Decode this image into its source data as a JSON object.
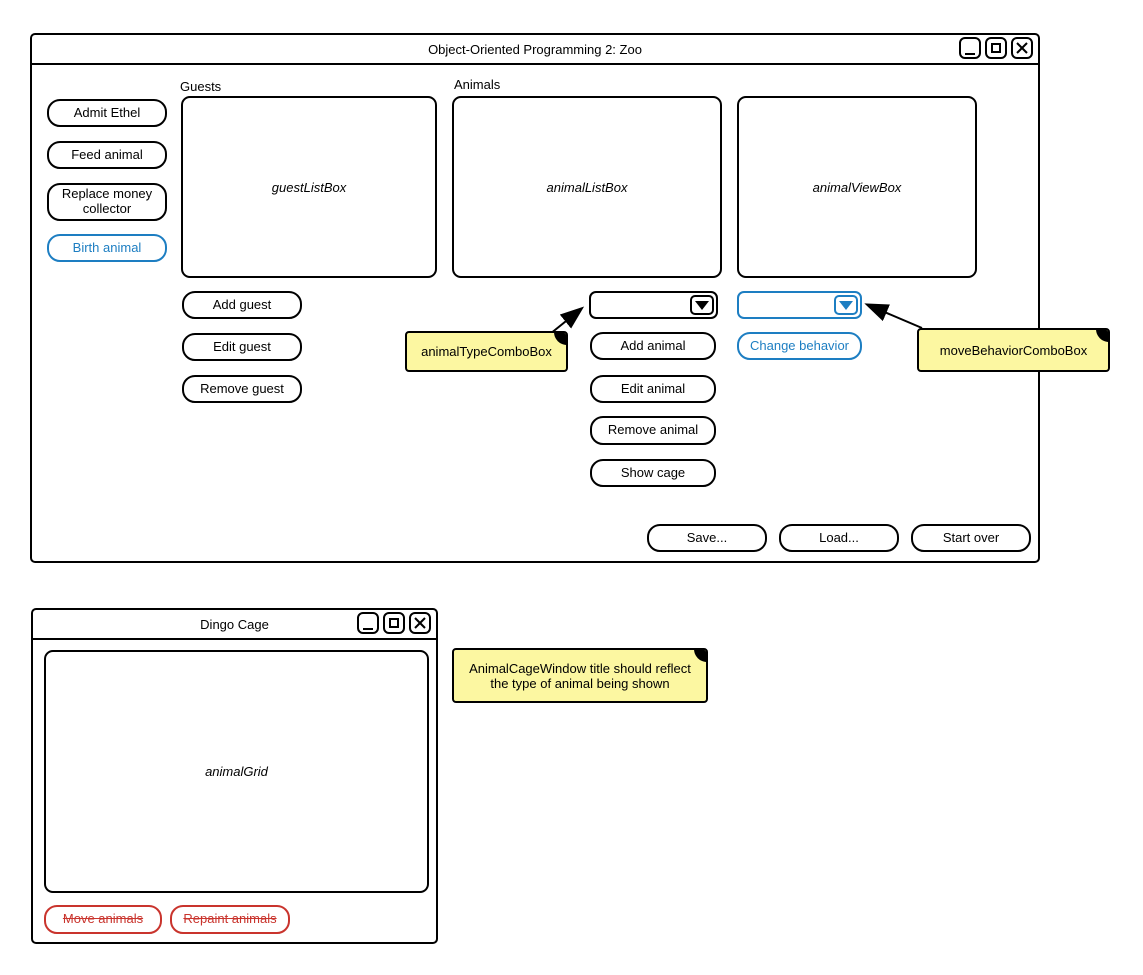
{
  "colors": {
    "accent_blue": "#1d7ec2",
    "danger_red": "#c9342d",
    "note_yellow": "#fcf7a1"
  },
  "main_window": {
    "title": "Object-Oriented Programming 2: Zoo",
    "sidebar_buttons": [
      {
        "label": "Admit Ethel"
      },
      {
        "label": "Feed animal"
      },
      {
        "label": "Replace money collector"
      },
      {
        "label": "Birth animal"
      }
    ],
    "guests": {
      "section_label": "Guests",
      "listbox_placeholder": "guestListBox",
      "buttons": [
        {
          "label": "Add guest"
        },
        {
          "label": "Edit guest"
        },
        {
          "label": "Remove guest"
        }
      ]
    },
    "animals": {
      "section_label": "Animals",
      "listbox_placeholder": "animalListBox",
      "viewbox_placeholder": "animalViewBox",
      "buttons": [
        {
          "label": "Add animal"
        },
        {
          "label": "Edit animal"
        },
        {
          "label": "Remove animal"
        },
        {
          "label": "Show cage"
        }
      ],
      "change_behavior_label": "Change behavior"
    },
    "footer_buttons": [
      {
        "label": "Save..."
      },
      {
        "label": "Load..."
      },
      {
        "label": "Start over"
      }
    ]
  },
  "annotations": {
    "animal_type_note": "animalTypeComboBox",
    "move_behavior_note": "moveBehaviorComboBox",
    "cage_window_note": "AnimalCageWindow title should reflect the type of animal being shown"
  },
  "cage_window": {
    "title": "Dingo Cage",
    "grid_placeholder": "animalGrid",
    "buttons": [
      {
        "label": "Move animals"
      },
      {
        "label": "Repaint animals"
      }
    ]
  }
}
